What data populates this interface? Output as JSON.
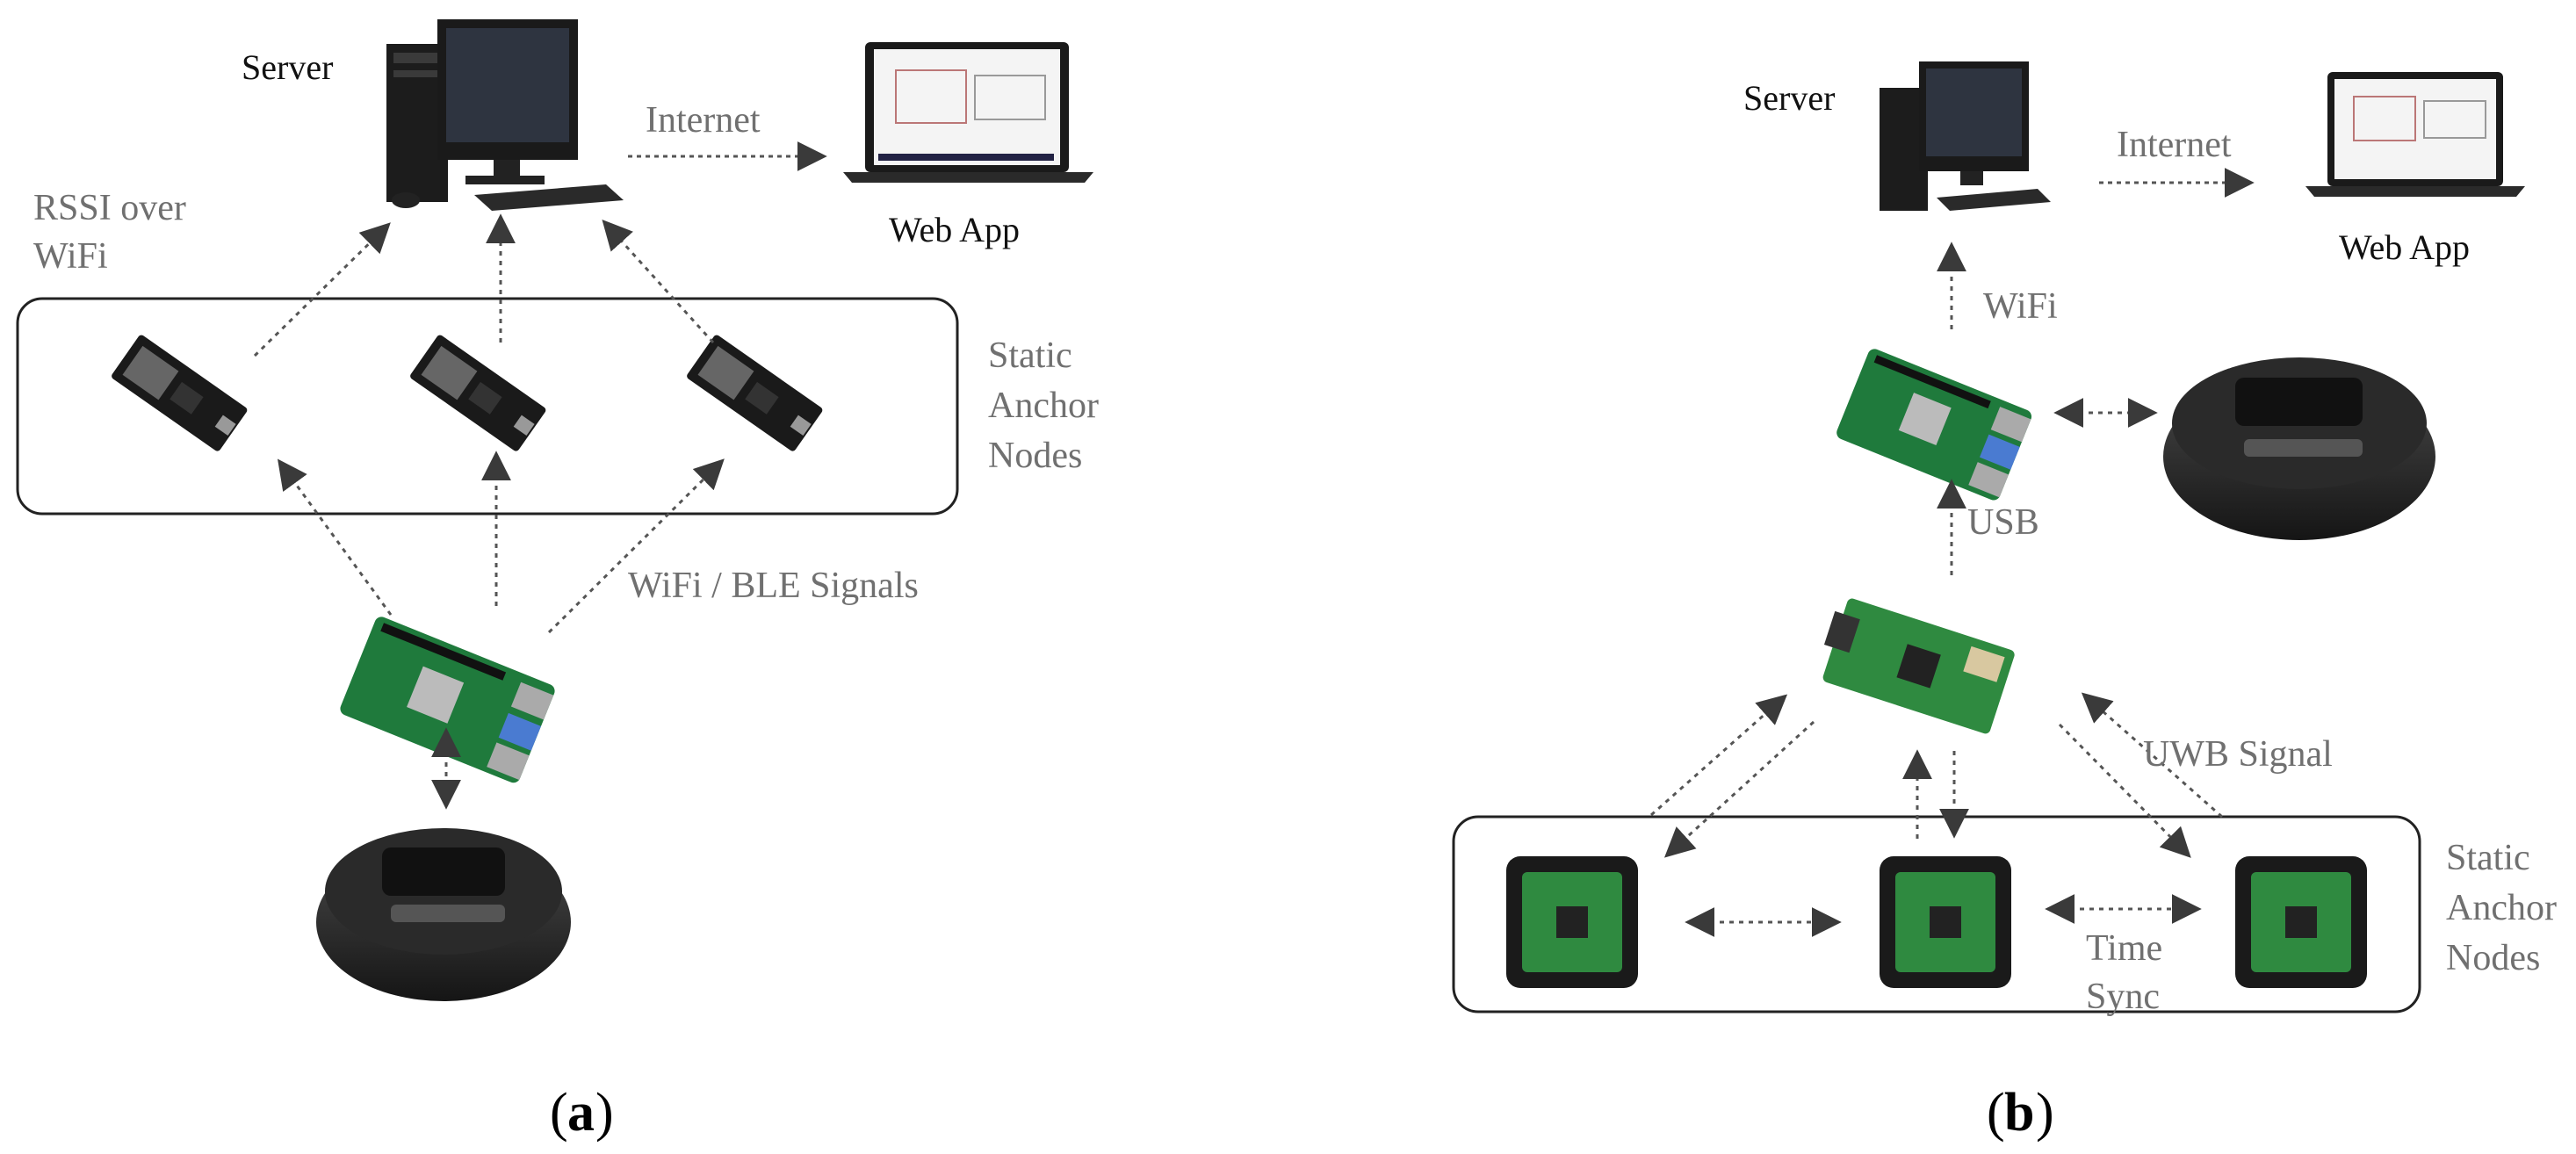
{
  "panel_a": {
    "server_label": "Server",
    "internet_label": "Internet",
    "webapp_label": "Web App",
    "rssi_label_line1": "RSSI over",
    "rssi_label_line2": "WiFi",
    "anchor_label_line1": "Static",
    "anchor_label_line2": "Anchor",
    "anchor_label_line3": "Nodes",
    "signals_label": "WiFi / BLE Signals",
    "caption_open": "(",
    "caption_letter": "a",
    "caption_close": ")"
  },
  "panel_b": {
    "server_label": "Server",
    "internet_label": "Internet",
    "webapp_label": "Web App",
    "wifi_label": "WiFi",
    "usb_label": "USB",
    "uwb_label": "UWB Signal",
    "timesync_line1": "Time",
    "timesync_line2": "Sync",
    "anchor_label_line1": "Static",
    "anchor_label_line2": "Anchor",
    "anchor_label_line3": "Nodes",
    "caption_open": "(",
    "caption_letter": "b",
    "caption_close": ")"
  },
  "colors": {
    "board_green": "#1f7a3c",
    "board_black": "#1a1a1a",
    "arrow_gray": "#555555",
    "label_gray": "#707070"
  }
}
